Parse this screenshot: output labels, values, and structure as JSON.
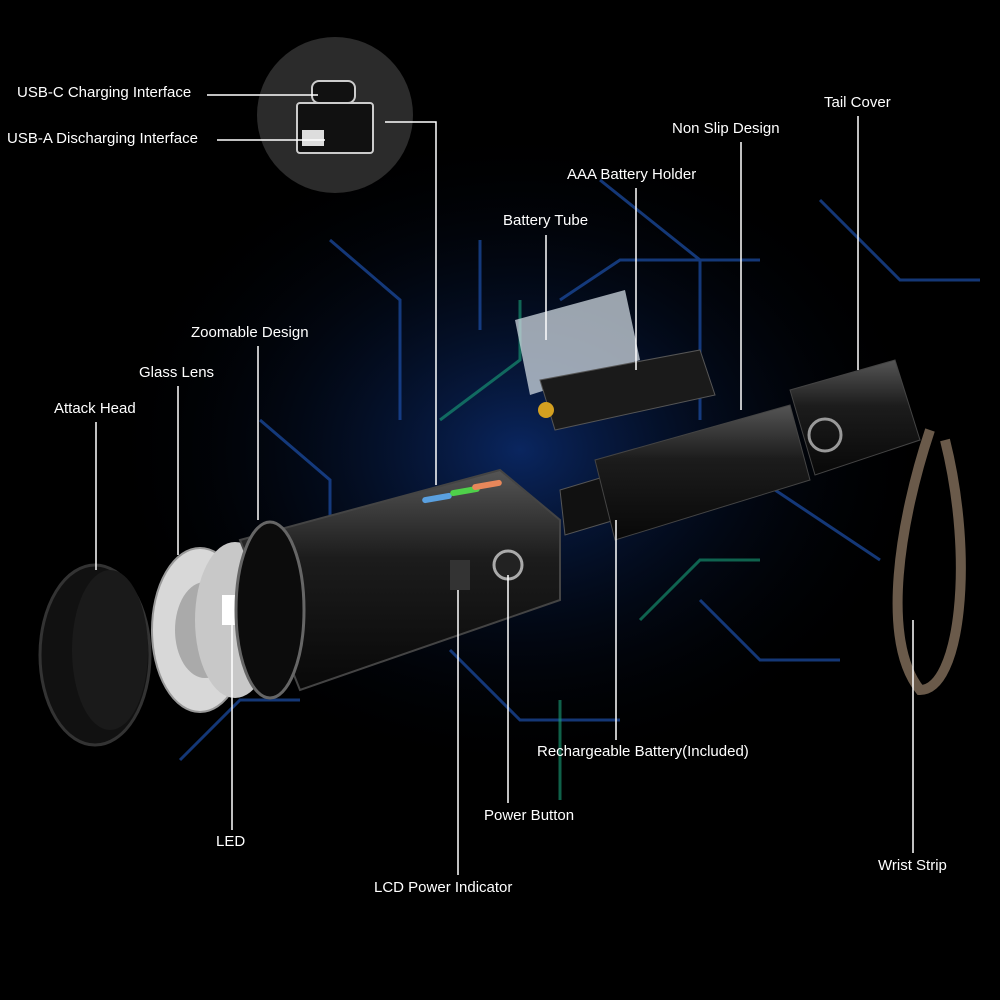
{
  "labels": {
    "usb_c": "USB-C Charging Interface",
    "usb_a": "USB-A Discharging Interface",
    "tail_cover": "Tail Cover",
    "non_slip": "Non Slip Design",
    "aaa_holder": "AAA Battery Holder",
    "battery_tube": "Battery Tube",
    "zoomable": "Zoomable Design",
    "glass_lens": "Glass Lens",
    "attack_head": "Attack Head",
    "led": "LED",
    "lcd": "LCD Power Indicator",
    "power_button": "Power Button",
    "rechargeable": "Rechargeable Battery(Included)",
    "wrist_strip": "Wrist Strip"
  },
  "colors": {
    "background": "#000000",
    "circuit": "#1a4a9a",
    "circuit_glow": "#1aa07a",
    "indicator_blue": "#5aa0e0",
    "indicator_green": "#4fd04a",
    "indicator_orange": "#e8875a"
  }
}
